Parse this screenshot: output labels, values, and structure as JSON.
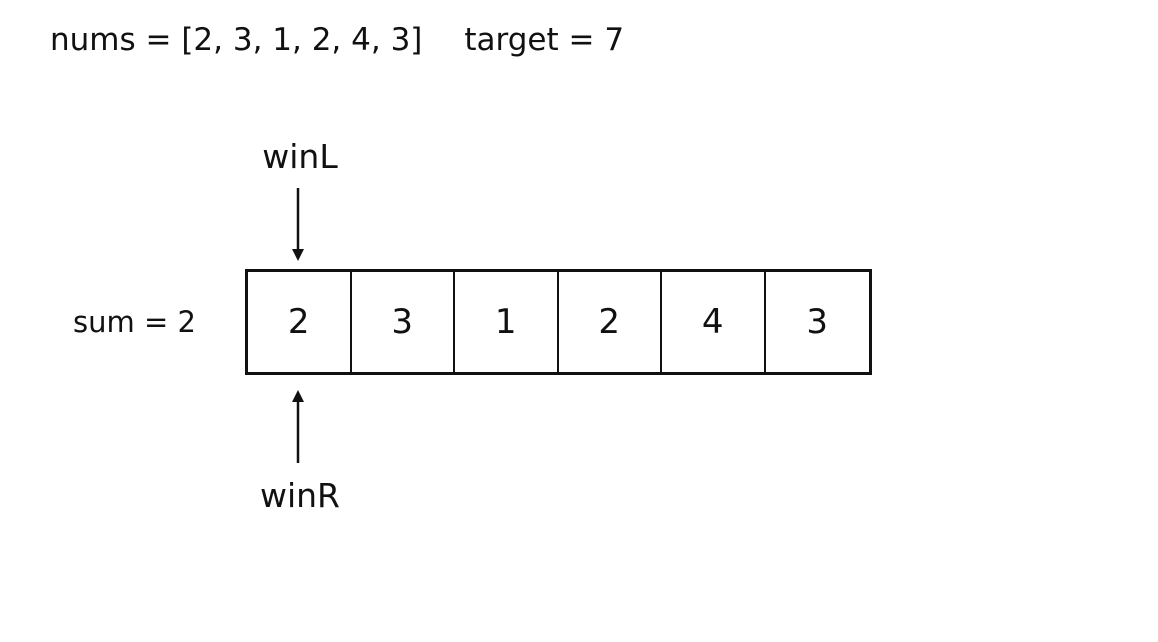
{
  "header": {
    "nums_text": "nums = [2, 3, 1, 2, 4, 3]",
    "target_text": "target = 7"
  },
  "sum": {
    "label": "sum = 2"
  },
  "array": {
    "values": [
      "2",
      "3",
      "1",
      "2",
      "4",
      "3"
    ]
  },
  "pointers": {
    "left_label": "winL",
    "right_label": "winR",
    "left_index": 0,
    "right_index": 0
  }
}
